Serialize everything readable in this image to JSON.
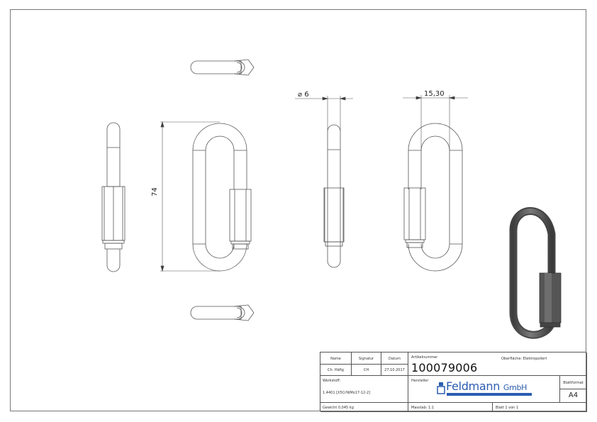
{
  "drawing": {
    "dimensions": {
      "length": "74",
      "diameter_symbol": "⌀",
      "diameter": "6",
      "width": "15,30"
    }
  },
  "title_block": {
    "headers": {
      "name": "Name",
      "signature": "Signatur",
      "date": "Datum"
    },
    "row": {
      "name": "Ch. Häfig",
      "signature": "CH",
      "date": "27.10.2017"
    },
    "material_label": "Werkstoff:",
    "material_value": "1.4401 [X5CrNiMo17-12-2]",
    "weight": "Gewicht 0,045 kg",
    "article_label": "Artikelnummer",
    "article_number": "100079006",
    "surface": "Oberfläche:  Elektropoliert",
    "manufacturer_label": "Hersteller",
    "logo_name": "Feldmann",
    "logo_suffix": "GmbH",
    "sheet_format_label": "Blattformat",
    "sheet_format": "A4",
    "scale": "Masstab: 1:1",
    "sheet": "Blatt 1 von 1"
  },
  "colors": {
    "line": "#555555",
    "logo_blue": "#2a5db0",
    "render_metal": "#5a5a5a"
  }
}
